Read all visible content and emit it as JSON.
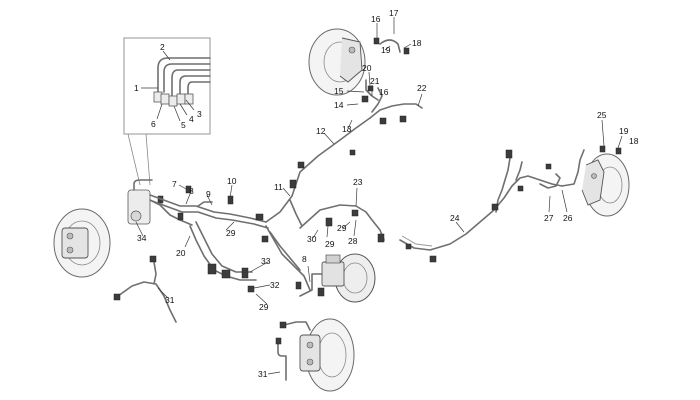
{
  "labels": {
    "c1": "1",
    "c2": "2",
    "c3": "3",
    "c4": "4",
    "c5": "5",
    "c6": "6",
    "n7": "7",
    "n8": "8",
    "n9": "9",
    "n10": "10",
    "n11": "11",
    "n12": "12",
    "n13": "13",
    "n14": "14",
    "n15": "15",
    "n16a": "16",
    "n16b": "16",
    "n17": "17",
    "n18a": "18",
    "n18b": "18",
    "n19a": "19",
    "n19b": "19",
    "n20a": "20",
    "n20b": "20",
    "n21": "21",
    "n22": "22",
    "n23": "23",
    "n24": "24",
    "n25": "25",
    "n26": "26",
    "n27": "27",
    "n28": "28",
    "n29a": "29",
    "n29b": "29",
    "n29c": "29",
    "n29d": "29",
    "n30": "30",
    "n31a": "31",
    "n31b": "31",
    "n32": "32",
    "n33": "33",
    "n34": "34"
  },
  "colors": {
    "line": "#6f6f6f",
    "leader": "#3a3a3a",
    "text": "#111111",
    "background": "#ffffff"
  }
}
